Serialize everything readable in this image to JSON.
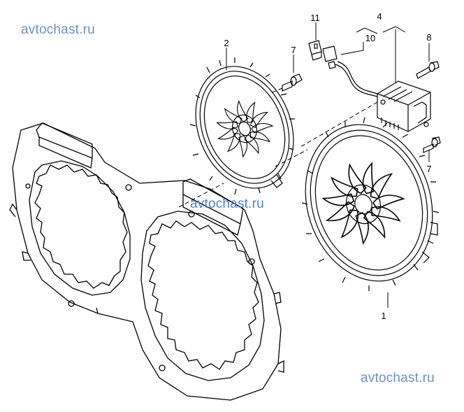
{
  "watermarks": [
    "avtochast.ru",
    "avtochast.ru",
    "avtochast.ru"
  ],
  "callouts": [
    "1",
    "2",
    "4",
    "7",
    "7",
    "8",
    "10",
    "11"
  ],
  "line_color": "#000000",
  "watermark_color": "#6f8ec4"
}
